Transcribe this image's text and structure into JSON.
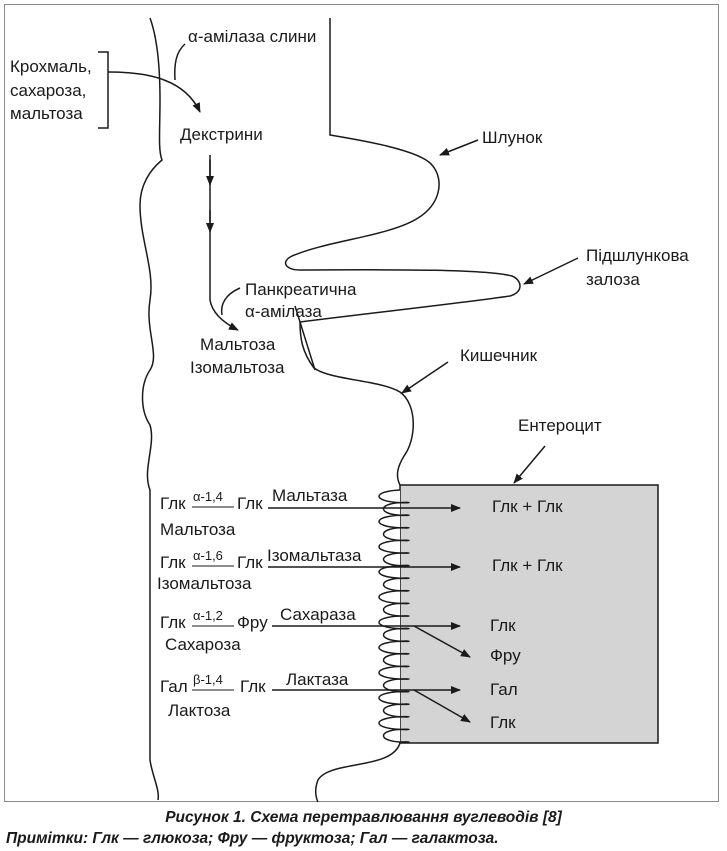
{
  "figure": {
    "salivary_amylase": "α-амілаза слини",
    "starch_group": [
      "Крохмаль,",
      "сахароза,",
      "мальтоза"
    ],
    "dextrins": "Декстрини",
    "stomach": "Шлунок",
    "pancreas": [
      "Підшлункова",
      "залоза"
    ],
    "pancreatic_amylase": [
      "Панкреатична",
      "α-амілаза"
    ],
    "maltose_isomaltose": [
      "Мальтоза",
      "Ізомальтоза"
    ],
    "intestine": "Кишечник",
    "enterocyte": "Ентероцит",
    "reactions": [
      {
        "left": "Глк",
        "bond": "α-1,4",
        "right": "Глк",
        "name": "Мальтоза",
        "enzyme": "Мальтаза",
        "products": [
          "Глк + Глк"
        ]
      },
      {
        "left": "Глк",
        "bond": "α-1,6",
        "right": "Глк",
        "name": "Ізомальтоза",
        "enzyme": "Ізомальтаза",
        "products": [
          "Глк + Глк"
        ]
      },
      {
        "left": "Глк",
        "bond": "α-1,2",
        "right": "Фру",
        "name": "Сахароза",
        "enzyme": "Сахараза",
        "products": [
          "Глк",
          "Фру"
        ]
      },
      {
        "left": "Гал",
        "bond": "β-1,4",
        "right": "Глк",
        "name": "Лактоза",
        "enzyme": "Лактаза",
        "products": [
          "Гал",
          "Глк"
        ]
      }
    ]
  },
  "caption": {
    "title": "Рисунок 1. Схема перетравлювання вуглеводів [8]",
    "note": "Примітки: Глк — глюкоза; Фру — фруктоза; Гал — галактоза."
  },
  "colors": {
    "line": "#1a1a1a",
    "enterocyte_fill": "#d4d4d4",
    "frame": "#8a8a8a"
  }
}
